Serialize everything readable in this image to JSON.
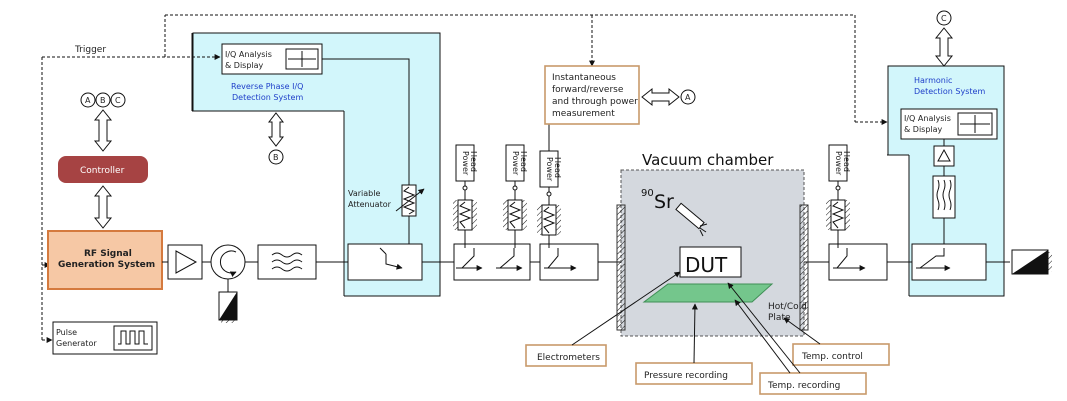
{
  "labels": {
    "trigger": "Trigger",
    "iq_analysis_left_1": "I/Q Analysis",
    "iq_analysis_left_2": "& Display",
    "reverse_phase_1": "Reverse Phase I/Q",
    "reverse_phase_2": "Detection System",
    "abc_a": "A",
    "abc_b": "B",
    "abc_c": "C",
    "controller": "Controller",
    "rf_signal_1": "RF Signal",
    "rf_signal_2": "Generation System",
    "pulse_1": "Pulse",
    "pulse_2": "Generator",
    "variable_1": "Variable",
    "variable_2": "Attenuator",
    "power_head_1": "Power",
    "power_head_2": "Head",
    "instant_1": "Instantaneous",
    "instant_2": "forward/reverse",
    "instant_3": "and through power",
    "instant_4": "measurement",
    "vacuum_chamber": "Vacuum chamber",
    "sr_mass": "90",
    "sr_symbol": "Sr",
    "dut": "DUT",
    "hot_cold_1": "Hot/Cold",
    "hot_cold_2": "Plate",
    "electrometers": "Electrometers",
    "pressure_recording": "Pressure recording",
    "temp_recording": "Temp. recording",
    "temp_control": "Temp. control",
    "harmonic_1": "Harmonic",
    "harmonic_2": "Detection System",
    "iq_analysis_right_1": "I/Q Analysis",
    "iq_analysis_right_2": "& Display"
  },
  "colors": {
    "cyan_panel": "#d2f6fb",
    "controller_fill": "#a64343",
    "rf_fill": "#f6c8a5",
    "rf_border": "#d57a3e",
    "orange_border": "#c8996a",
    "chamber_fill": "#d4d8de",
    "plate_fill": "#74c68c",
    "label_blue": "#1f3fc9"
  }
}
